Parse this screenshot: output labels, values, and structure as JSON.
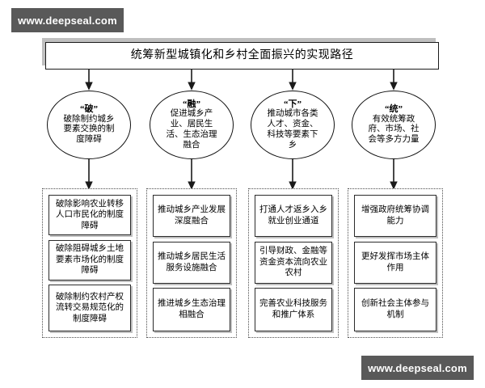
{
  "watermarks": {
    "top": "www.deepseal.com",
    "bottom": "www.deepseal.com",
    "background_color": "#595959",
    "text_color": "#ffffff"
  },
  "title": {
    "text": "统筹新型城镇化和乡村全面振兴的实现路径"
  },
  "branches": [
    {
      "key": "“破”",
      "description": "破除制约城乡要素交换的制度障碍",
      "items": [
        "破除影响农业转移人口市民化的制度障碍",
        "破除阻碍城乡土地要素市场化的制度障碍",
        "破除制约农村产权流转交易规范化的制度障碍"
      ]
    },
    {
      "key": "“融”",
      "description": "促进城乡产业、居民生活、生态治理融合",
      "items": [
        "推动城乡产业发展深度融合",
        "推动城乡居民生活服务设施融合",
        "推进城乡生态治理相融合"
      ]
    },
    {
      "key": "“下”",
      "description": "推动城市各类人才、资金、科技等要素下乡",
      "items": [
        "打通人才返乡入乡就业创业通道",
        "引导财政、金融等资金资本流向农业农村",
        "完善农业科技服务和推广体系"
      ]
    },
    {
      "key": "“统”",
      "description": "有效统筹政府、市场、社会等多方力量",
      "items": [
        "增强政府统筹协调能力",
        "更好发挥市场主体作用",
        "创新社会主体参与机制"
      ]
    }
  ],
  "style": {
    "line_color": "#1a1a1a",
    "dashed_border_color": "#4d4d4d",
    "shadow_color": "#bfbfbf",
    "background_color": "#ffffff"
  }
}
